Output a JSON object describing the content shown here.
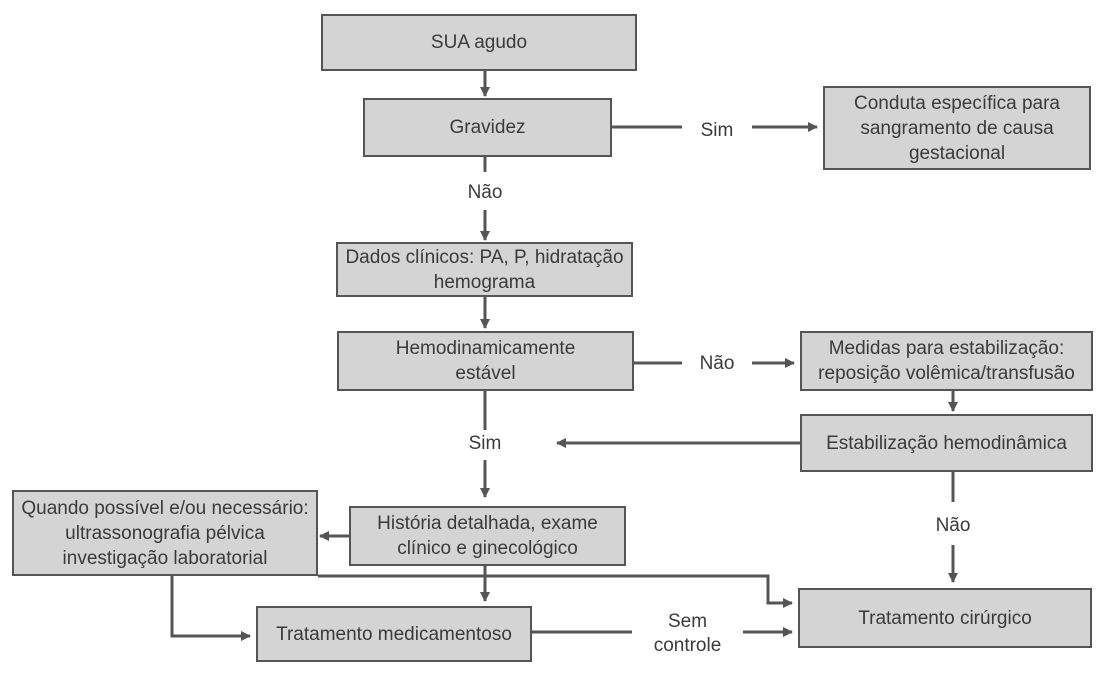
{
  "nodes": {
    "sua_agudo": "SUA agudo",
    "gravidez": "Gravidez",
    "conduta": "Conduta específica para\nsangramento de causa\ngestacional",
    "dados_clinicos": "Dados clínicos: PA, P, hidratação\nhemograma",
    "hemodinamicamente": "Hemodinamicamente\nestável",
    "medidas": "Medidas para estabilização:\nreposição volêmica/transfusão",
    "estabilizacao": "Estabilização hemodinâmica",
    "historia": "História detalhada, exame\nclínico e ginecológico",
    "quando": "Quando possível e/ou necessário:\nultrassonografia pélvica\ninvestigação laboratorial",
    "tratamento_med": "Tratamento medicamentoso",
    "tratamento_cir": "Tratamento cirúrgico"
  },
  "labels": {
    "sim_gravidez": "Sim",
    "nao_gravidez": "Não",
    "nao_hemo": "Não",
    "sim_hemo": "Sim",
    "nao_estab": "Não",
    "sem_controle": "Sem\ncontrole"
  },
  "colors": {
    "box_fill": "#d4d4d4",
    "line": "#555555",
    "text": "#3a3a3a"
  }
}
